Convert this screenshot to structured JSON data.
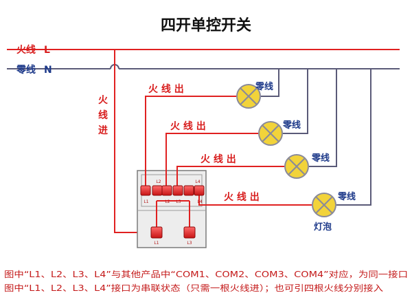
{
  "title": "四开单控开关",
  "lines": {
    "live_label": "火线",
    "live_letter": "L",
    "neutral_label": "零线",
    "neutral_letter": "N"
  },
  "feed_in": [
    "火",
    "线",
    "进"
  ],
  "branches": [
    {
      "out_label": "火 线 出",
      "neutral_label": "零线"
    },
    {
      "out_label": "火 线 出",
      "neutral_label": "零线"
    },
    {
      "out_label": "火 线 出",
      "neutral_label": "零线"
    },
    {
      "out_label": "火 线 出",
      "neutral_label": "零线"
    }
  ],
  "bulb_label": "灯泡",
  "switch": {
    "top_labels": [
      "L2",
      "L4"
    ],
    "bottom_labels": [
      "L1",
      "L2",
      "L3",
      "L4"
    ],
    "com_labels": [
      "L1",
      "L3"
    ]
  },
  "notes": [
    "图中“L1、L2、L3、L4”与其他产品中“COM1、COM2、COM3、COM4”对应，为同一接口",
    "图中“L1、L2、L3、L4”接口为串联状态（只需一根火线进）；也可引四根火线分别接入"
  ],
  "colors": {
    "live": "#e02020",
    "neutral": "#5a5a78",
    "bulb": "#f2d33a",
    "text_red": "#d81e1e",
    "text_blue": "#1e3a8a"
  }
}
